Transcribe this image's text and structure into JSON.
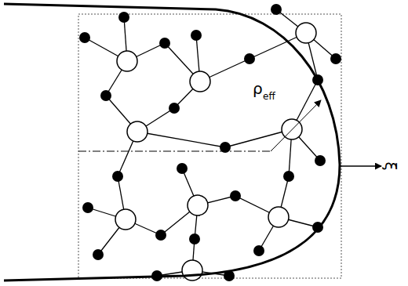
{
  "diagram": {
    "labels": [
      "ρ",
      "eff",
      "ξ"
    ]
  }
}
